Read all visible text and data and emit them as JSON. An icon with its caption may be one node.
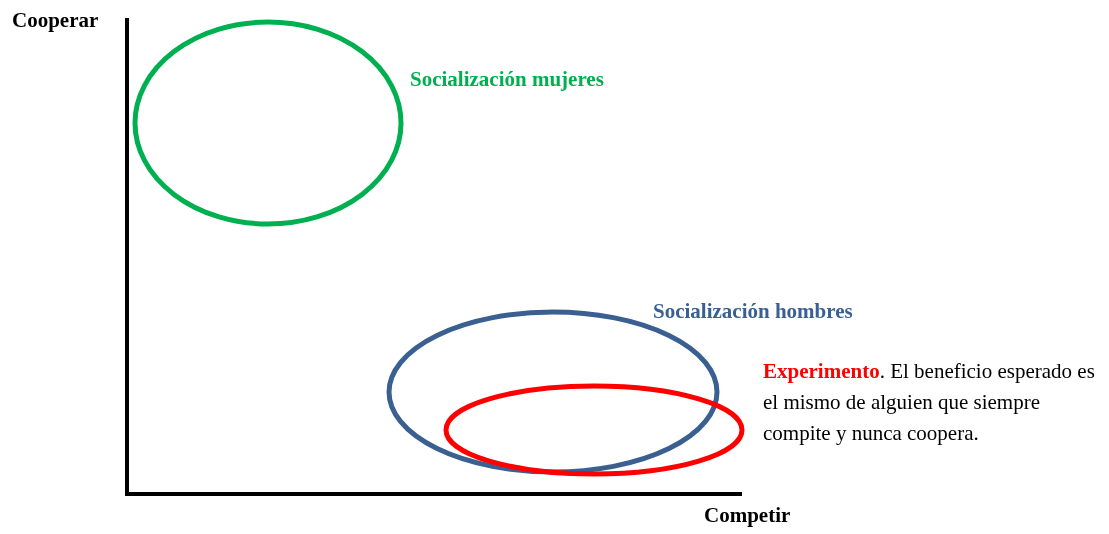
{
  "diagram": {
    "nodes": [
      {
        "text": [
          "Socialización mujeres"
        ]
      },
      {
        "text": [
          "Socialización hombres"
        ]
      },
      {
        "text": [
          "**Experimento**. El beneficio esperado es el mismo de alguien que siempre compite y nunca coopera."
        ]
      }
    ],
    "labels": [
      "Cooperar",
      "Competir"
    ]
  }
}
